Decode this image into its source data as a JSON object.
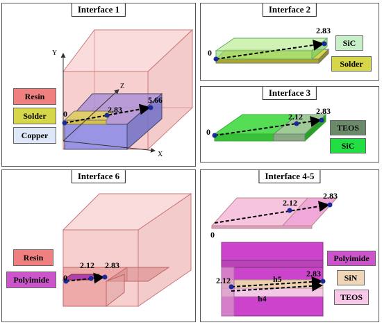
{
  "interface1": {
    "title": "Interface 1",
    "labels": [
      "Resin",
      "Solder",
      "Copper"
    ],
    "points": [
      "0",
      "2.83",
      "5.66"
    ],
    "axes": [
      "Y",
      "Z",
      "X"
    ]
  },
  "interface2": {
    "title": "Interface 2",
    "labels": [
      "SiC",
      "Solder"
    ],
    "points": [
      "0",
      "2.83"
    ]
  },
  "interface3": {
    "title": "Interface 3",
    "labels": [
      "TEOS",
      "SiC"
    ],
    "points": [
      "0",
      "2.12",
      "2.83"
    ]
  },
  "interface6": {
    "title": "Interface 6",
    "labels": [
      "Resin",
      "Polyimide"
    ],
    "points": [
      "0",
      "2.12",
      "2.83"
    ]
  },
  "interface45": {
    "title": "Interface 4-5",
    "labels": [
      "Polyimide",
      "SiN",
      "TEOS"
    ],
    "points_top": [
      "0",
      "2.12",
      "2.83"
    ],
    "points_bottom": [
      "2.12",
      "2.83"
    ],
    "paths": [
      "h5",
      "h4"
    ]
  },
  "colors": {
    "resin": "#f2b8b8",
    "solder": "#d6d64a",
    "copper": "#dde7f7",
    "sic": "#8ef08e",
    "teos": "#f7c8e8",
    "polyimide": "#cc55cc",
    "sin": "#f0d6b8",
    "arrow": "#000000",
    "point": "#1a2a9a"
  }
}
